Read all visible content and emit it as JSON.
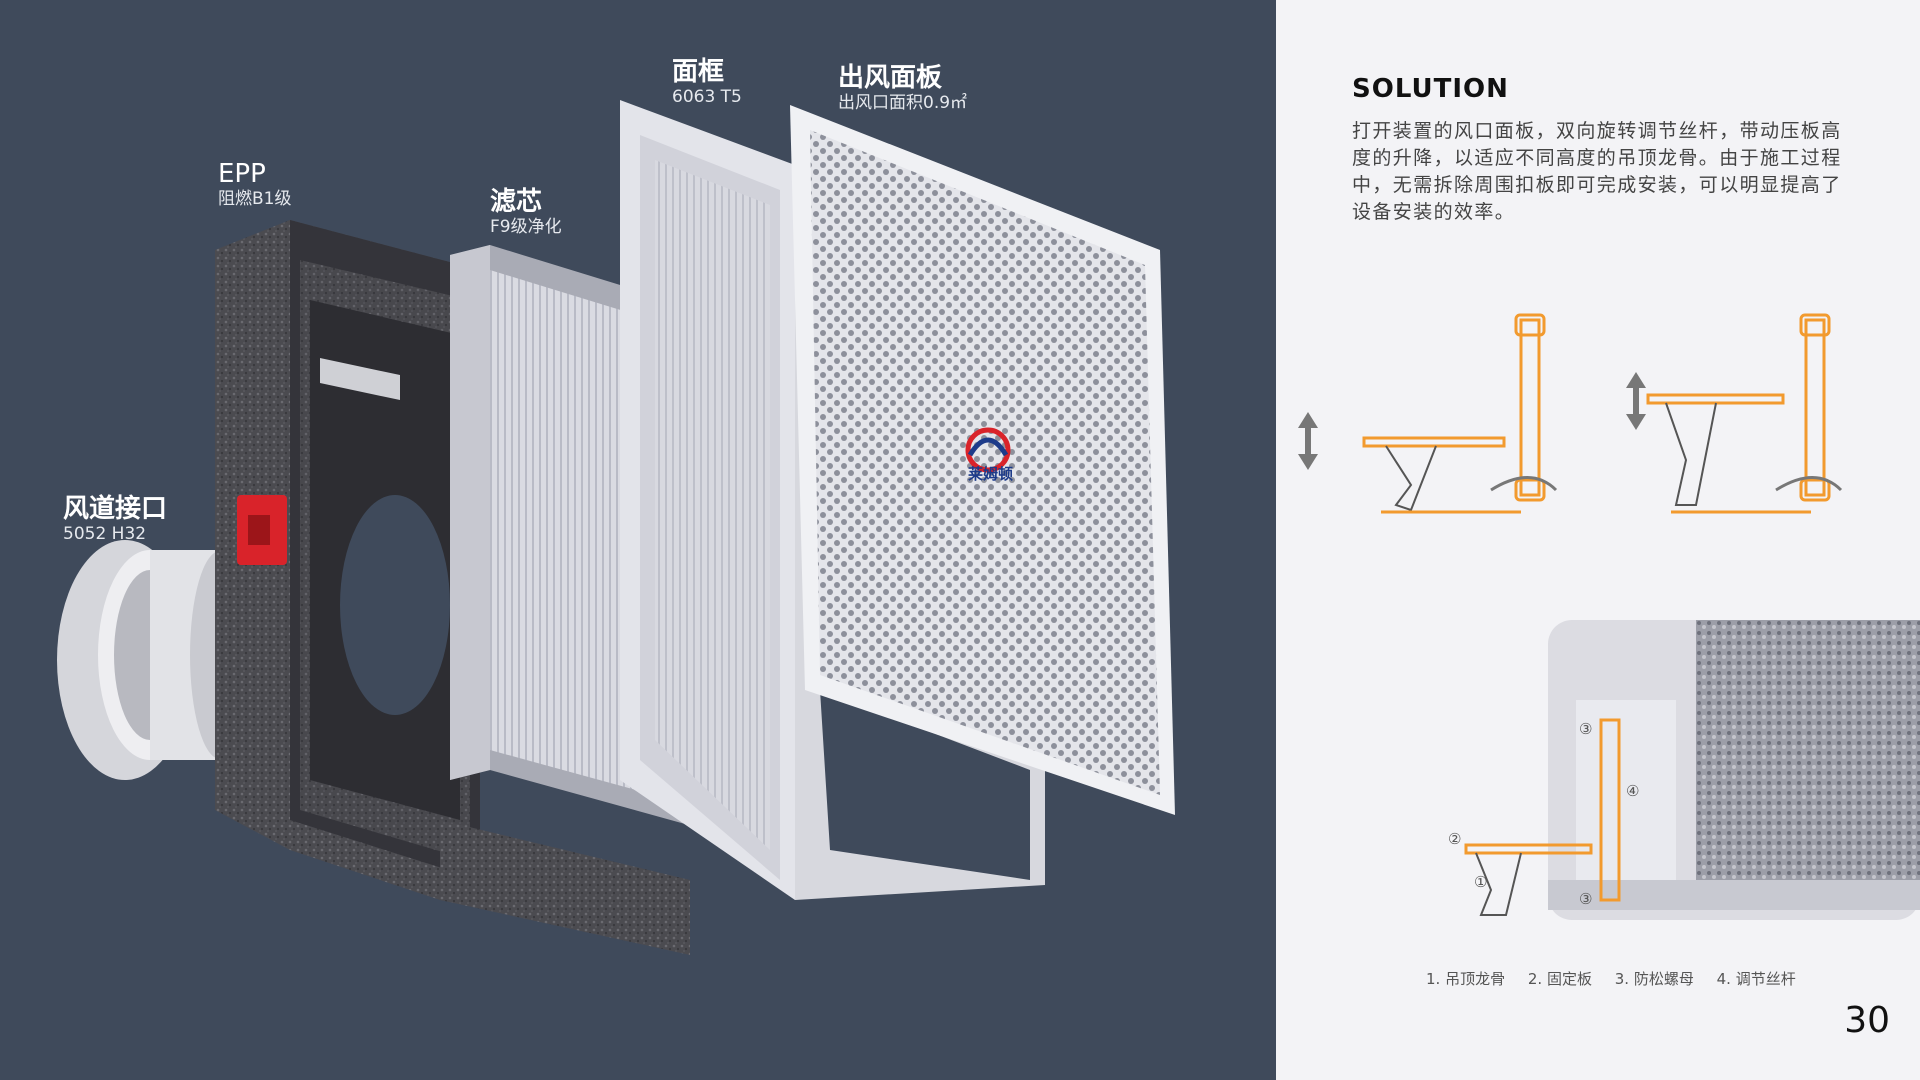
{
  "labels": {
    "epp": {
      "title": "EPP",
      "sub": "阻燃B1级"
    },
    "filter": {
      "title": "滤芯",
      "sub": "F9级净化"
    },
    "frame": {
      "title": "面框",
      "sub": "6063 T5"
    },
    "panel": {
      "title": "出风面板",
      "sub": "出风口面积0.9㎡"
    },
    "duct": {
      "title": "风道接口",
      "sub": "5052 H32"
    }
  },
  "brand_logo_text": "莱姆顿",
  "solution": {
    "title": "SOLUTION",
    "body": "打开装置的风口面板，双向旋转调节丝杆，带动压板高度的升降，以适应不同高度的吊顶龙骨。由于施工过程中，无需拆除周围扣板即可完成安装，可以明显提高了设备安装的效率。"
  },
  "callouts": [
    "①",
    "②",
    "③",
    "④",
    "③"
  ],
  "legend": [
    "1. 吊顶龙骨",
    "2. 固定板",
    "3. 防松螺母",
    "4. 调节丝杆"
  ],
  "page_number": "30",
  "colors": {
    "left_bg": "#3f4a5b",
    "accent_orange": "#f29a2e",
    "accent_red": "#d9232a",
    "right_bg": "#f3f3f6"
  }
}
